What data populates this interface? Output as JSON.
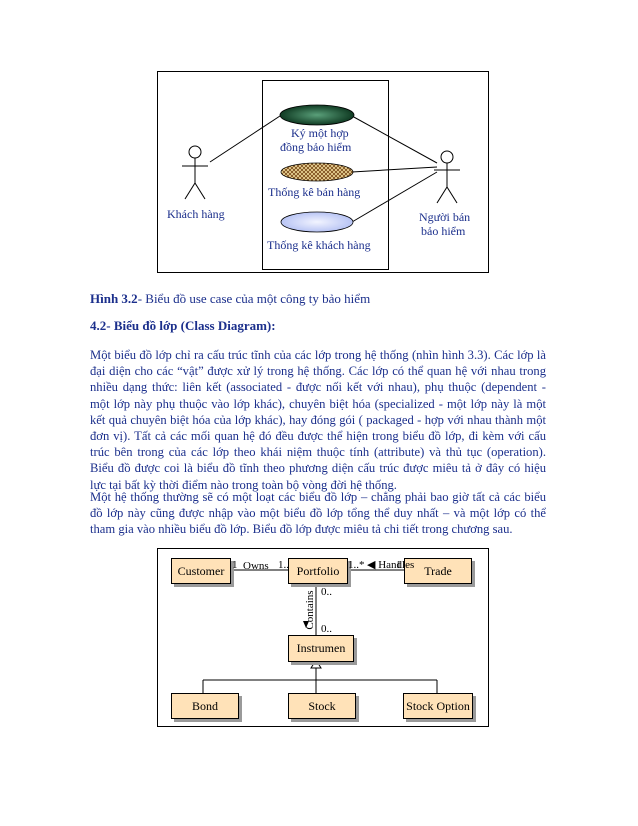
{
  "usecase_figure": {
    "actors": {
      "customer": "Khách hàng",
      "seller_line1": "Người bán",
      "seller_line2": "bảo hiểm"
    },
    "usecases": {
      "uc1_line1": "Ký một hợp",
      "uc1_line2": "đồng bảo hiểm",
      "uc2": "Thống kê bán hàng",
      "uc3": "Thống kê khách hàng"
    }
  },
  "caption": {
    "label": "Hình 3.2",
    "text": "- Biểu đồ use case của một công ty bảo hiểm"
  },
  "section_heading": "4.2- Biểu đồ lớp (Class Diagram):",
  "paragraph1": {
    "l1": "Một biểu đồ lớp chỉ ra cấu trúc tĩnh của các lớp trong hệ thống (nhìn hình 3.3). Các lớp là",
    "l2": "đại diện cho các “vật” được xử lý trong hệ thống. Các lớp có thể quan hệ với nhau trong",
    "l3": "nhiều dạng thức: liên kết (associated - được nối kết với nhau), phụ thuộc (dependent -",
    "l4": "một lớp này phụ thuộc vào lớp khác), chuyên biệt hóa (specialized - một lớp này là một",
    "l5": "kết quả chuyên biệt hóa của lớp khác), hay đóng gói ( packaged - hợp với nhau thành một",
    "l6": "đơn vị). Tất cả các mối quan hệ đó đều được thể hiện trong biểu đồ lớp, đi kèm với cấu",
    "l7": "trúc bên trong của các lớp theo khái niệm thuộc tính (attribute) và thủ tục (operation).",
    "l8": "Biểu đồ được coi là biểu đồ tĩnh theo phương diện cấu trúc được miêu tả ở đây có hiệu",
    "l9": "lực tại bất kỳ thời điểm nào trong toàn bộ vòng đời hệ thống."
  },
  "paragraph2": {
    "l1": "Một hệ thống thường sẽ có một loạt các biểu đồ lớp – chẳng phải bao giờ tất cả các biểu",
    "l2": "đồ lớp này cũng được nhập vào một biểu đồ lớp tổng thể duy nhất – và một lớp có thể",
    "l3": "tham gia vào nhiều biểu đồ lớp. Biểu đồ lớp được miêu tả chi tiết trong chương sau."
  },
  "class_figure": {
    "classes": {
      "customer": "Customer",
      "portfolio": "Portfolio",
      "trade": "Trade",
      "instrument": "Instrumen",
      "bond": "Bond",
      "stock": "Stock",
      "stock_option": "Stock Option"
    },
    "labels": {
      "owns_left_mult": "1",
      "owns": "Owns",
      "owns_right_mult": "1..",
      "handles_left_mult": "1..*",
      "handles": "◀ Handles",
      "handles_right_mult": "1",
      "contains_top_mult": "0..",
      "contains": "Contains",
      "contains_bottom_mult": "0.."
    }
  }
}
